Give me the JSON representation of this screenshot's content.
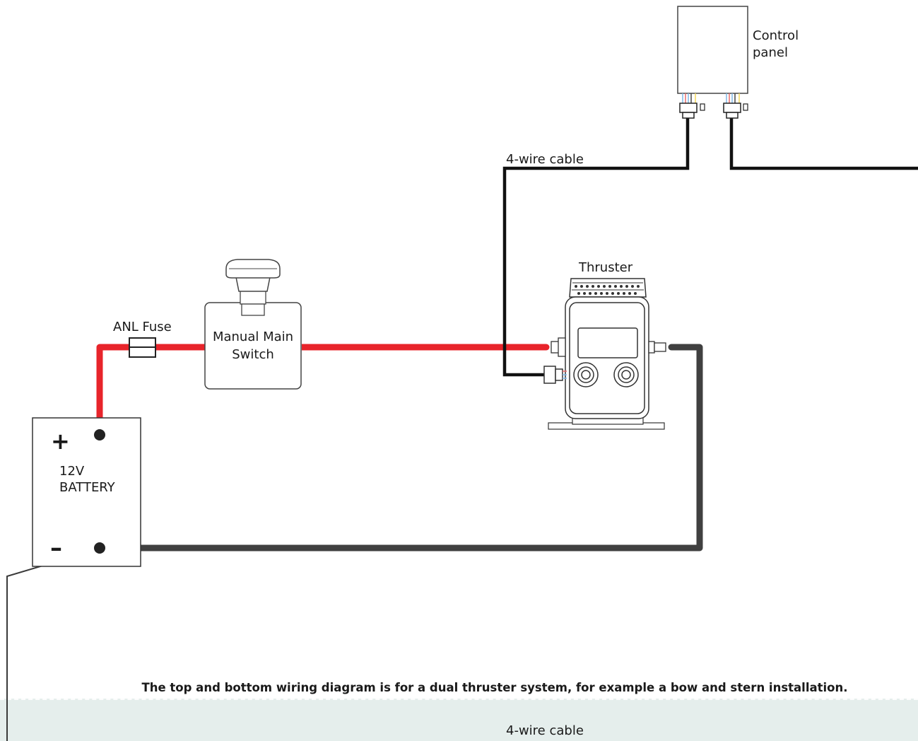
{
  "labels": {
    "control_panel_line1": "Control",
    "control_panel_line2": "panel",
    "cable_top": "4-wire cable",
    "thruster": "Thruster",
    "anl_fuse": "ANL Fuse",
    "switch_line1": "Manual Main",
    "switch_line2": "Switch",
    "battery_voltage": "12V",
    "battery_name": "BATTERY",
    "battery_plus": "+",
    "battery_minus": "–",
    "cable_bottom": "4-wire cable"
  },
  "note": "The top and bottom wiring diagram is for a dual thruster system, for example  a bow and stern installation.",
  "colors": {
    "positive_cable": "#e8242b",
    "negative_cable": "#404040",
    "signal_cable": "#111111",
    "band": "#e5eeec",
    "wire_blue": "#7fb7e6",
    "wire_red": "#e86a6a",
    "wire_yellow": "#f2d85a"
  },
  "icons": [
    "battery-box",
    "anl-fuse-icon",
    "main-switch-icon",
    "thruster-icon",
    "control-panel-box",
    "connector-icon"
  ]
}
